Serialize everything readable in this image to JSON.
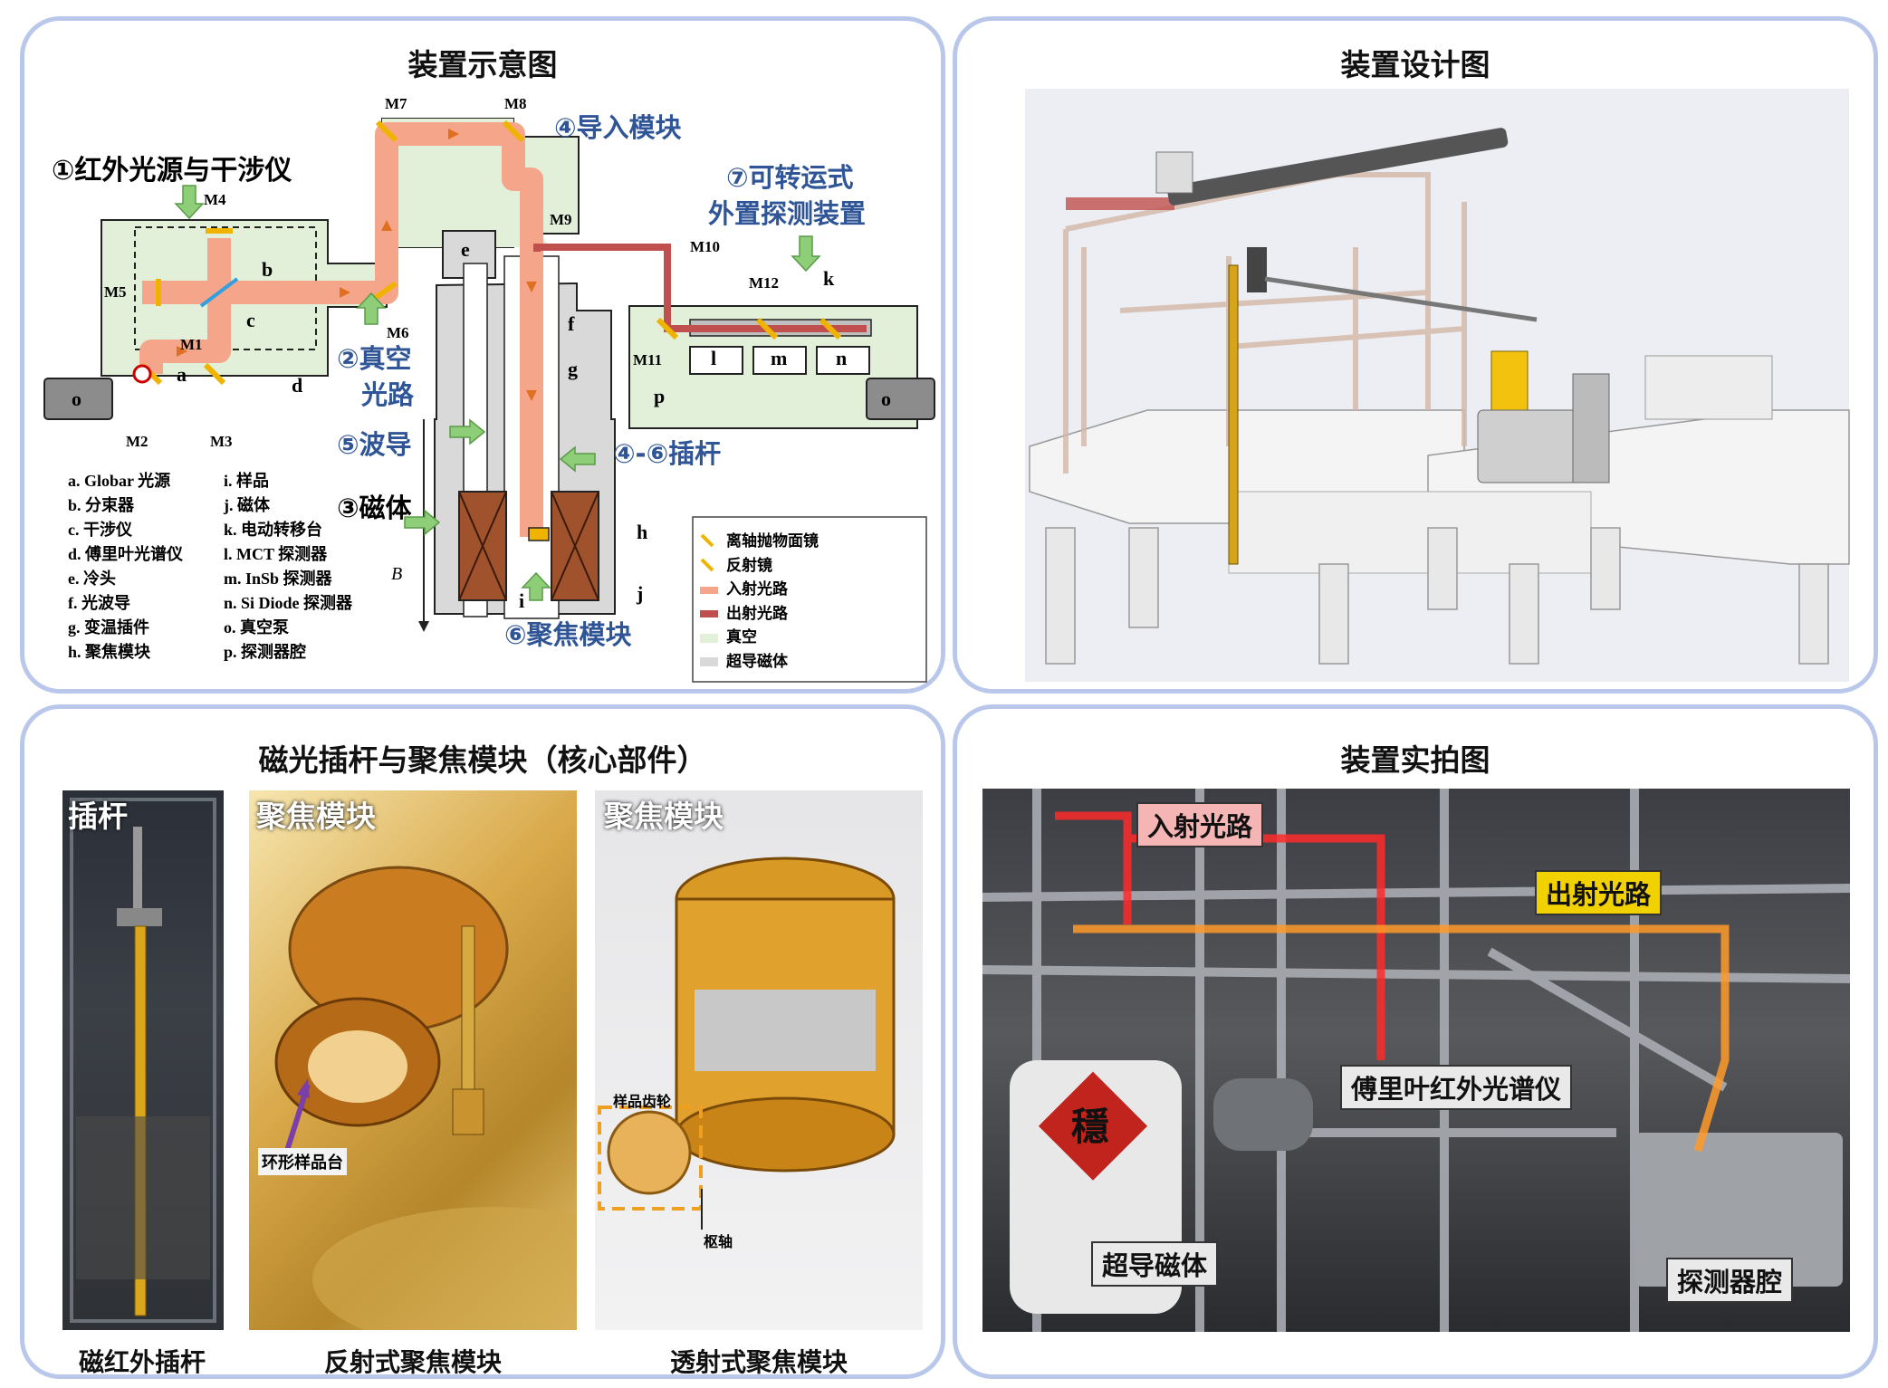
{
  "panels": {
    "schematic": {
      "title": "装置示意图",
      "module1": "①红外光源与干涉仪",
      "module2a": "②真空",
      "module2b": "光路",
      "module3": "③磁体",
      "module4": "④导入模块",
      "module5": "⑤波导",
      "module46": "④-⑥插杆",
      "module6": "⑥聚焦模块",
      "module7a": "⑦可转运式",
      "module7b": "外置探测装置",
      "mirrors": [
        "M1",
        "M2",
        "M3",
        "M4",
        "M5",
        "M6",
        "M7",
        "M8",
        "M9",
        "M10",
        "M11",
        "M12"
      ],
      "letters": [
        "a",
        "b",
        "c",
        "d",
        "e",
        "f",
        "g",
        "h",
        "i",
        "j",
        "k",
        "l",
        "m",
        "n",
        "o",
        "o",
        "p"
      ],
      "field_label": "B",
      "legend_left": [
        "a.  Globar 光源",
        "b.  分束器",
        "c.  干涉仪",
        "d.  傅里叶光谱仪",
        "e.  冷头",
        "f.  光波导",
        "g.  变温插件",
        "h.  聚焦模块"
      ],
      "legend_right": [
        "i.   样品",
        "j.   磁体",
        "k.  电动转移台",
        "l.   MCT 探测器",
        "m.  InSb 探测器",
        "n.  Si Diode 探测器",
        "o.  真空泵",
        "p.  探测器腔"
      ],
      "legend_box": [
        "离轴抛物面镜",
        "反射镜",
        "入射光路",
        "出射光路",
        "真空",
        "超导磁体"
      ],
      "colors": {
        "vacuum": "#e2f0d9",
        "incident": "#f5a58a",
        "outgoing": "#c0504d",
        "magnet": "#d9d9d9",
        "mirror": "#f0b400",
        "arrow": "#e07020",
        "accent": "#2f5597",
        "green_arrow": "#8fce78"
      }
    },
    "design": {
      "title": "装置设计图"
    },
    "probe": {
      "title": "磁光插杆与聚焦模块（核心部件）",
      "tag1": "插杆",
      "tag2": "聚焦模块",
      "tag3": "聚焦模块",
      "annot_stage": "环形样品台",
      "annot_gear": "样品齿轮",
      "annot_axis": "枢轴",
      "cap1": "磁红外插杆",
      "cap2": "反射式聚焦模块",
      "cap3": "透射式聚焦模块"
    },
    "photo": {
      "title": "装置实拍图",
      "label_in": "入射光路",
      "label_out": "出射光路",
      "label_ftir": "傅里叶红外光谱仪",
      "label_magnet": "超导磁体",
      "label_detector": "探测器腔",
      "sign_char": "穩"
    }
  }
}
